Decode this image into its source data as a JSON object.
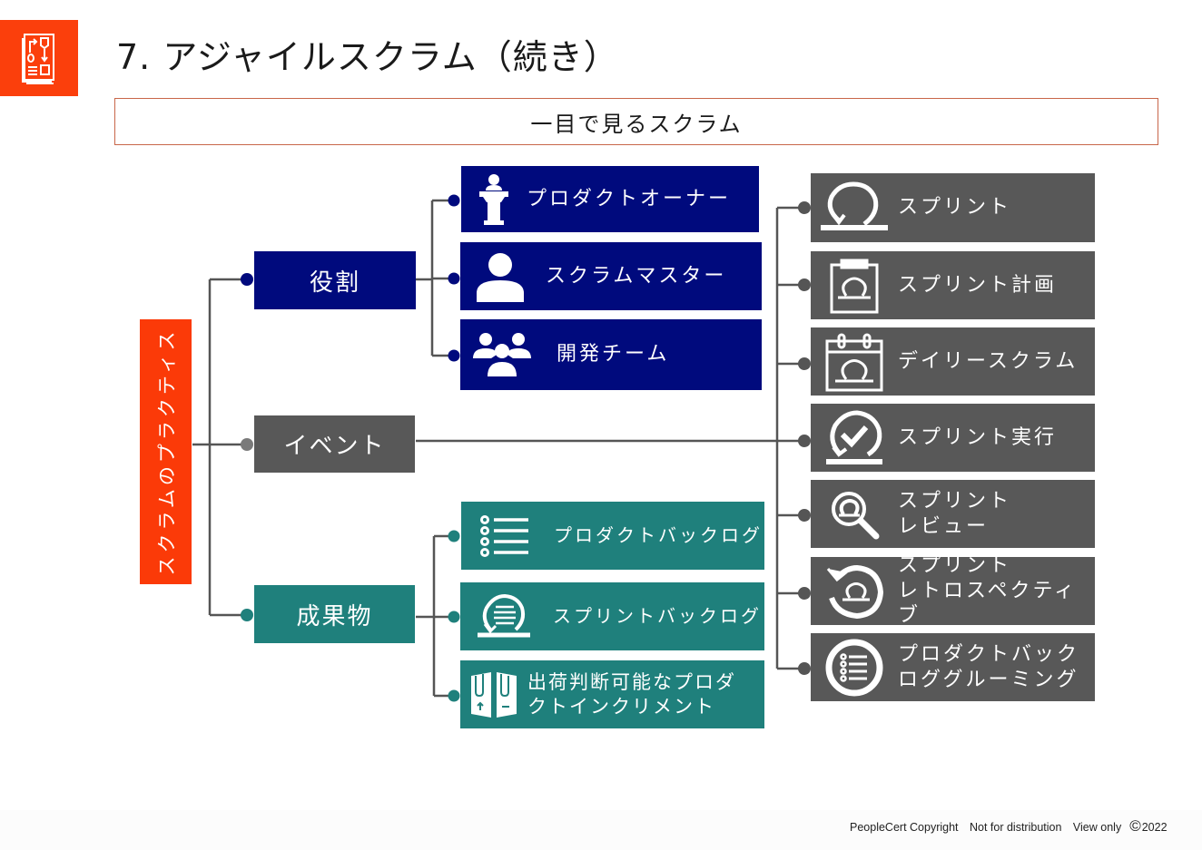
{
  "header": {
    "title": "7. アジャイルスクラム（続き）",
    "subtitle": "一目で見るスクラム",
    "logo_icon": "process-document-icon"
  },
  "colors": {
    "accent": "#fb3f0c",
    "roles": "#000a7d",
    "events": "#585858",
    "artifacts": "#1f807c",
    "connector": "#555555"
  },
  "root": {
    "label": "スクラムのプラクティス"
  },
  "categories": {
    "roles": {
      "label": "役割",
      "items": [
        {
          "label": "プロダクトオーナー",
          "icon": "podium-icon"
        },
        {
          "label": "スクラムマスター",
          "icon": "person-icon"
        },
        {
          "label": "開発チーム",
          "icon": "team-icon"
        }
      ]
    },
    "events": {
      "label": "イベント",
      "items": [
        {
          "label": "スプリント",
          "icon": "sprint-loop-icon"
        },
        {
          "label": "スプリント計画",
          "icon": "clipboard-sprint-icon"
        },
        {
          "label": "デイリースクラム",
          "icon": "calendar-sprint-icon"
        },
        {
          "label": "スプリント実行",
          "icon": "sprint-check-icon"
        },
        {
          "label": "スプリント\nレビュー",
          "icon": "magnifier-sprint-icon"
        },
        {
          "label": "スプリント\nレトロスペクティブ",
          "icon": "retrospective-icon"
        },
        {
          "label": "プロダクトバック\nロググルーミング",
          "icon": "backlog-circle-icon"
        }
      ]
    },
    "artifacts": {
      "label": "成果物",
      "items": [
        {
          "label": "プロダクトバックログ",
          "icon": "list-icon"
        },
        {
          "label": "スプリントバックログ",
          "icon": "sprint-backlog-icon"
        },
        {
          "label": "出荷判断可能なプロダ\nクトインクリメント",
          "icon": "package-icon"
        }
      ]
    }
  },
  "footer": {
    "copyright": "PeopleCert Copyright",
    "distribution": "Not for distribution",
    "view": "View only",
    "symbol": "©",
    "year": "2022"
  }
}
